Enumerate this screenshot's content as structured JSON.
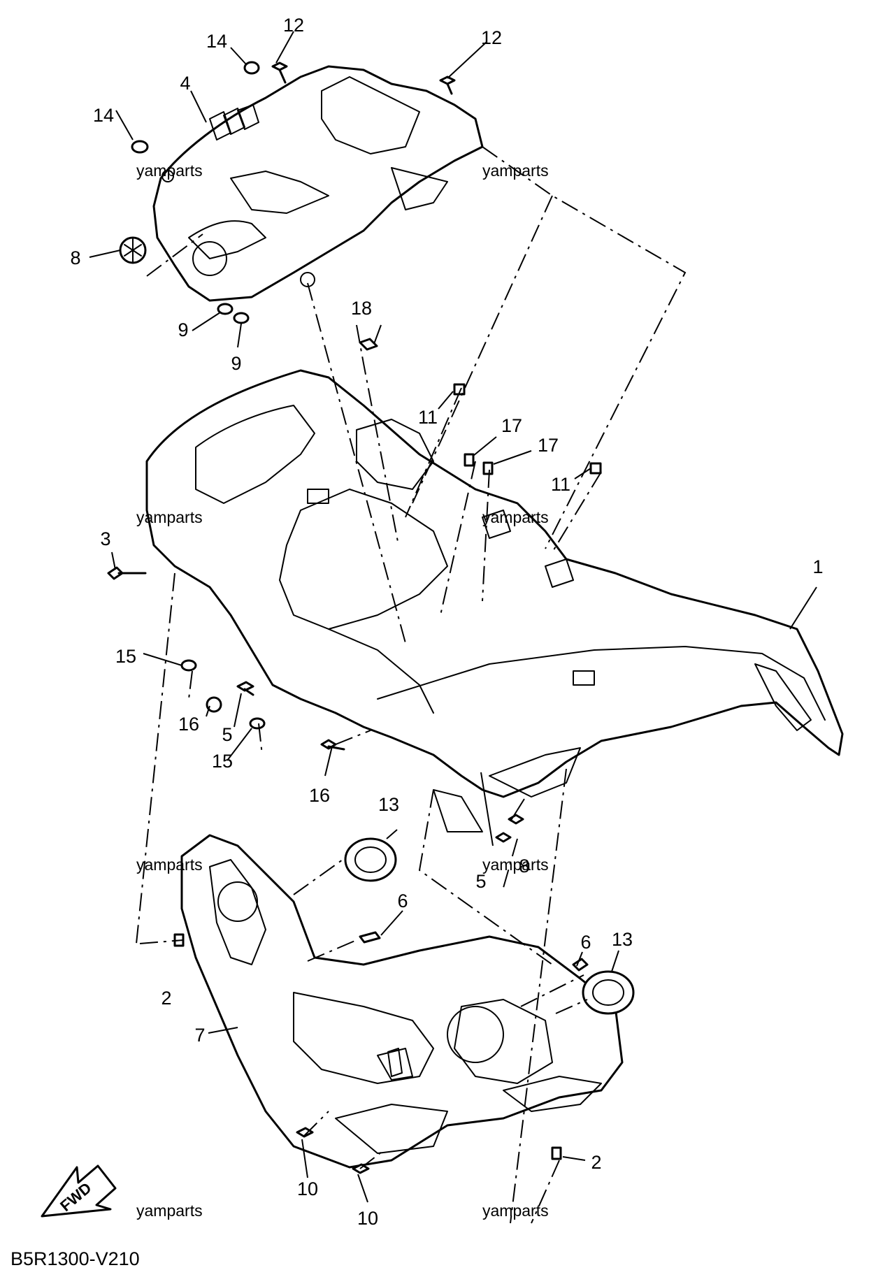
{
  "diagram": {
    "code": "B5R1300-V210",
    "watermark": "yamparts",
    "direction_label": "FWD",
    "callouts": [
      "1",
      "2",
      "2",
      "3",
      "4",
      "5",
      "5",
      "6",
      "6",
      "7",
      "8",
      "8",
      "9",
      "9",
      "10",
      "10",
      "11",
      "11",
      "12",
      "12",
      "13",
      "13",
      "14",
      "14",
      "15",
      "15",
      "16",
      "16",
      "17",
      "17",
      "18"
    ]
  }
}
